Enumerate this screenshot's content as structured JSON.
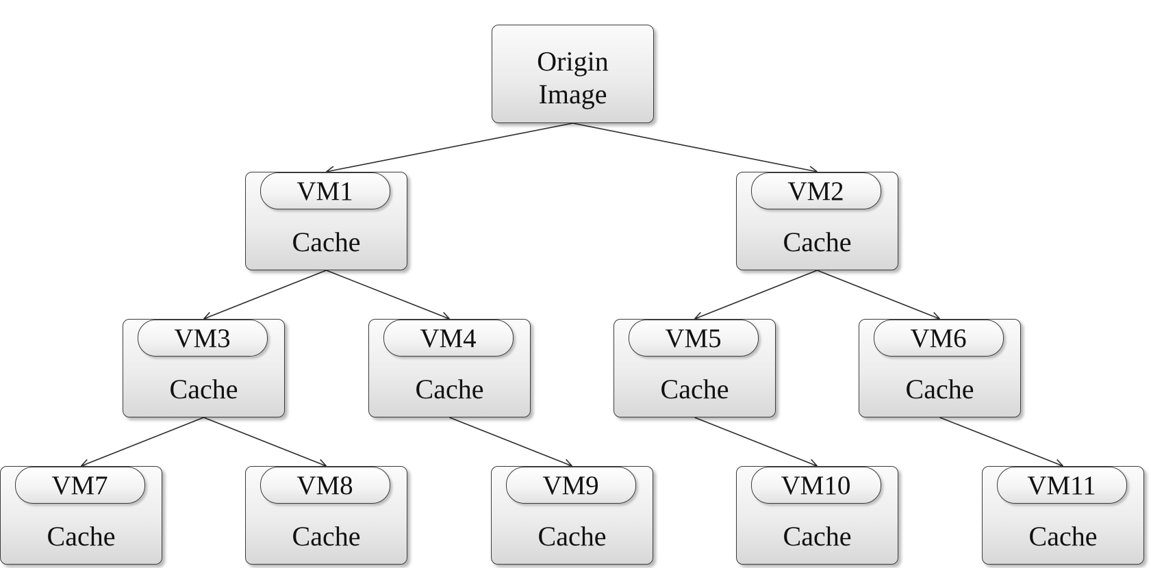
{
  "origin": {
    "line1": "Origin",
    "line2": "Image"
  },
  "nodes": [
    {
      "id": "vm1",
      "vm_label": "VM1",
      "cache_label": "Cache"
    },
    {
      "id": "vm2",
      "vm_label": "VM2",
      "cache_label": "Cache"
    },
    {
      "id": "vm3",
      "vm_label": "VM3",
      "cache_label": "Cache"
    },
    {
      "id": "vm4",
      "vm_label": "VM4",
      "cache_label": "Cache"
    },
    {
      "id": "vm5",
      "vm_label": "VM5",
      "cache_label": "Cache"
    },
    {
      "id": "vm6",
      "vm_label": "VM6",
      "cache_label": "Cache"
    },
    {
      "id": "vm7",
      "vm_label": "VM7",
      "cache_label": "Cache"
    },
    {
      "id": "vm8",
      "vm_label": "VM8",
      "cache_label": "Cache"
    },
    {
      "id": "vm9",
      "vm_label": "VM9",
      "cache_label": "Cache"
    },
    {
      "id": "vm10",
      "vm_label": "VM10",
      "cache_label": "Cache"
    },
    {
      "id": "vm11",
      "vm_label": "VM11",
      "cache_label": "Cache"
    }
  ],
  "edges": [
    {
      "from": "origin",
      "to": "vm1"
    },
    {
      "from": "origin",
      "to": "vm2"
    },
    {
      "from": "vm1",
      "to": "vm3"
    },
    {
      "from": "vm1",
      "to": "vm4"
    },
    {
      "from": "vm2",
      "to": "vm5"
    },
    {
      "from": "vm2",
      "to": "vm6"
    },
    {
      "from": "vm3",
      "to": "vm7"
    },
    {
      "from": "vm3",
      "to": "vm8"
    },
    {
      "from": "vm4",
      "to": "vm9"
    },
    {
      "from": "vm5",
      "to": "vm10"
    },
    {
      "from": "vm6",
      "to": "vm11"
    }
  ]
}
